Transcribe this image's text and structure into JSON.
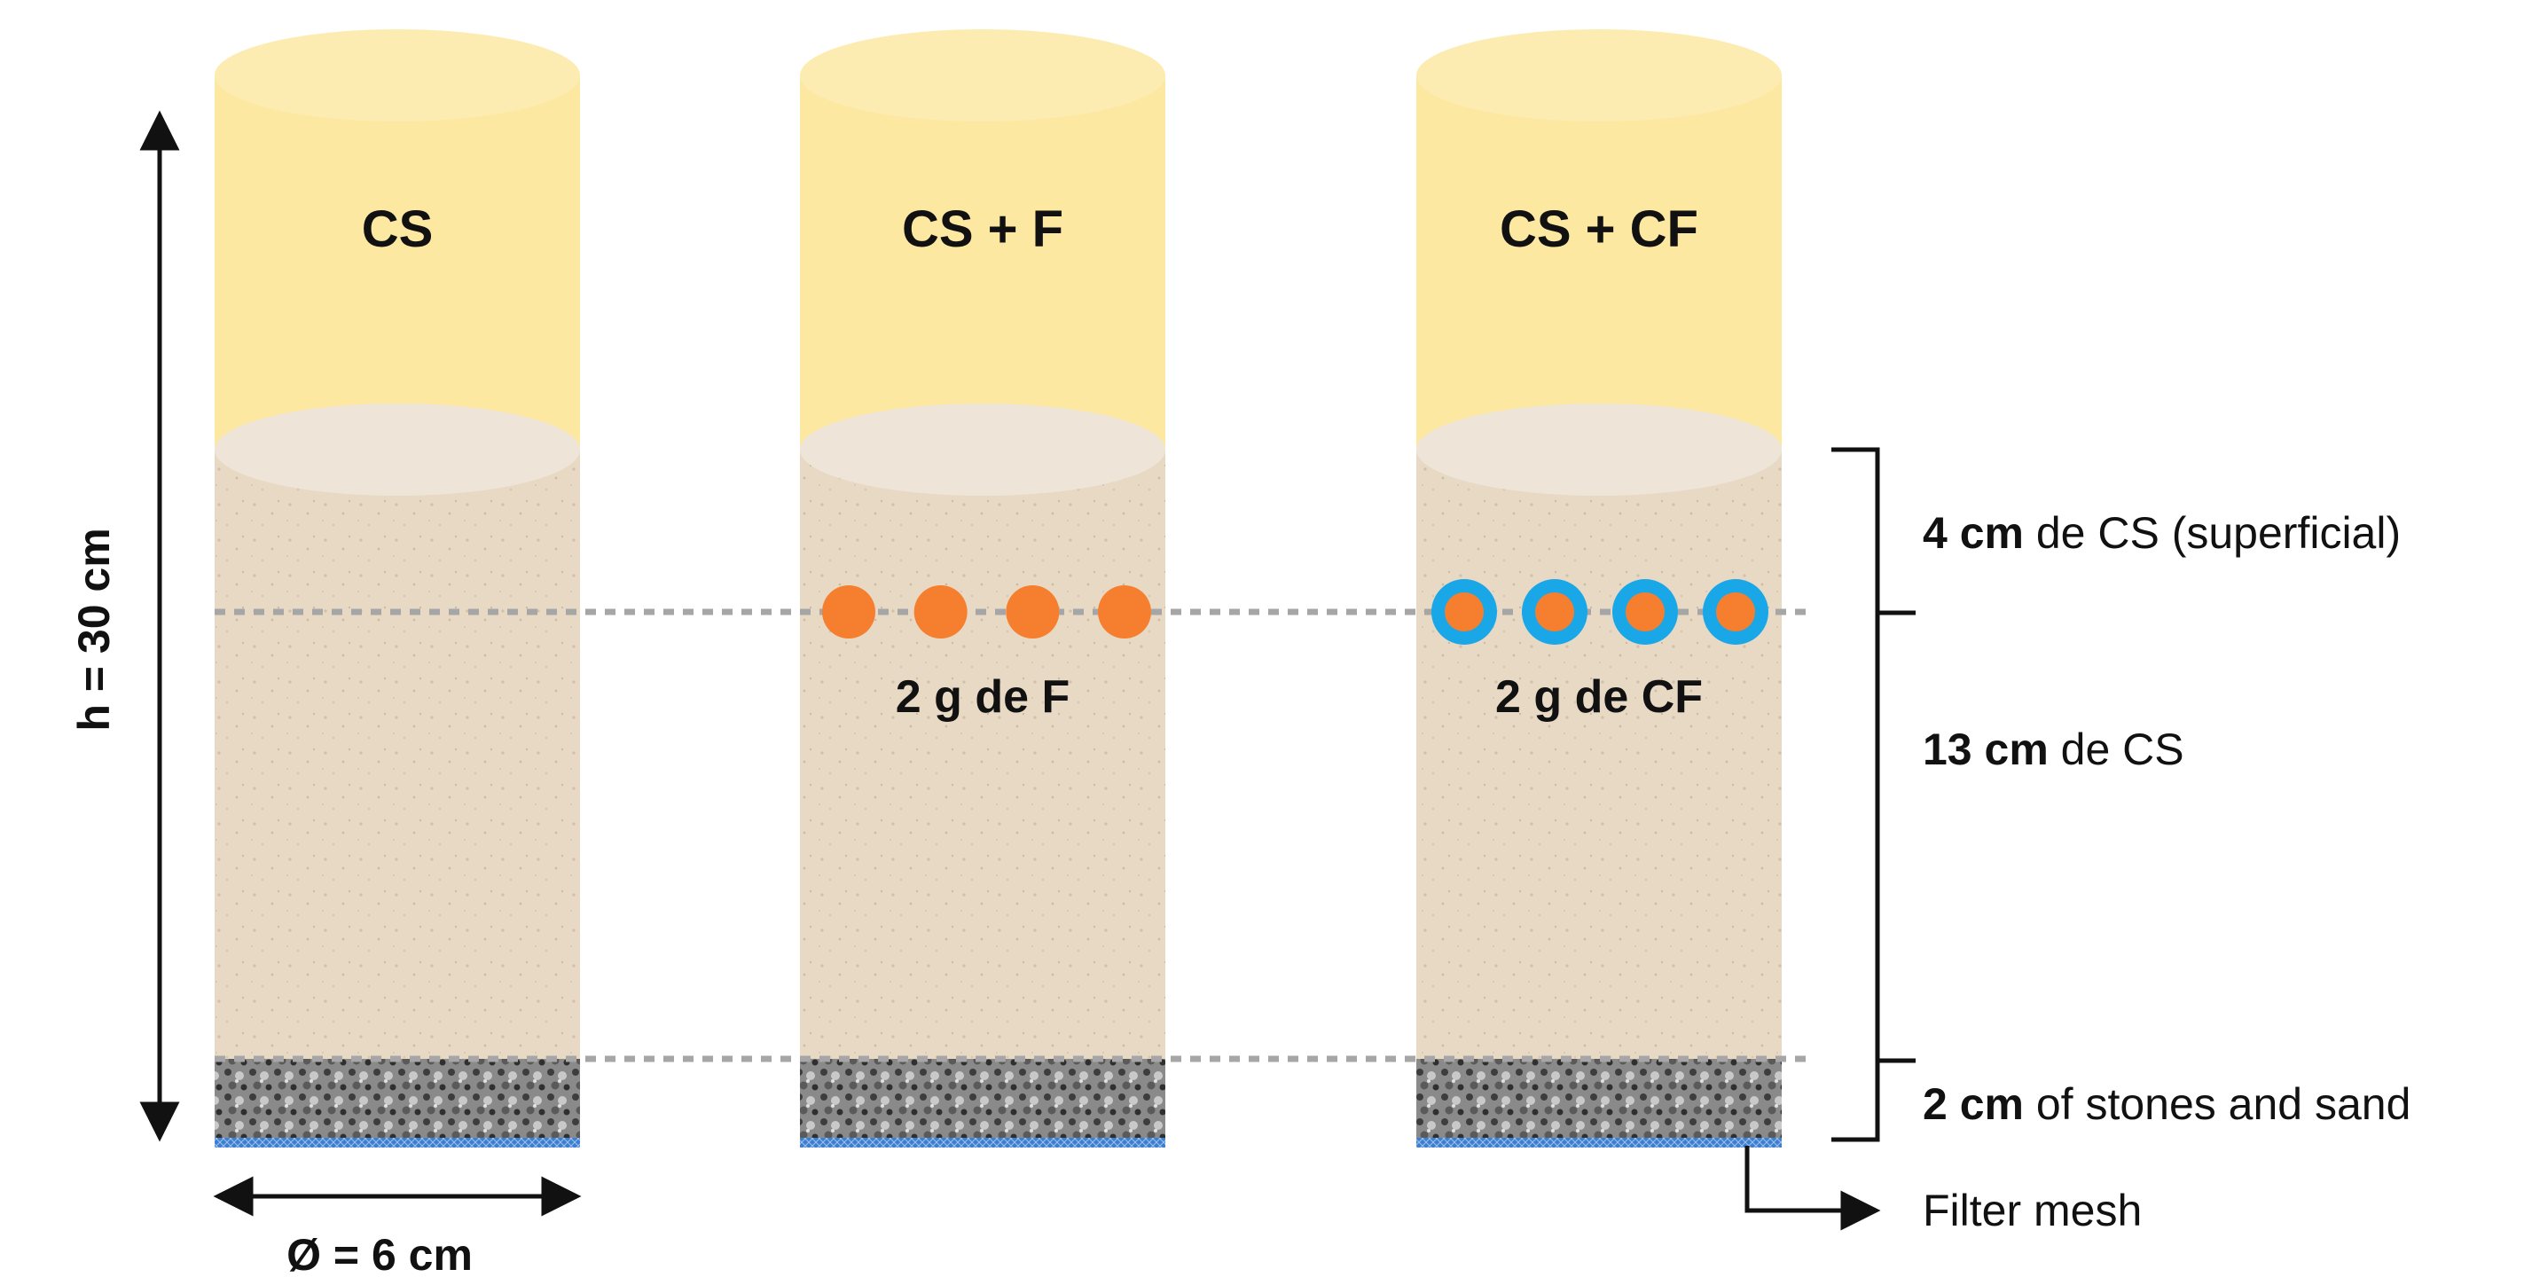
{
  "columns": [
    {
      "title": "CS",
      "layer_label": "",
      "marker": "none",
      "marker_count": 0
    },
    {
      "title": "CS + F",
      "layer_label": "2 g de F",
      "marker": "fertilizer",
      "marker_count": 4
    },
    {
      "title": "CS + CF",
      "layer_label": "2 g de CF",
      "marker": "coated-fertilizer",
      "marker_count": 4
    }
  ],
  "dimensions": {
    "height": "h = 30 cm",
    "diameter": "Ø = 6 cm"
  },
  "side_labels": {
    "top_layer": {
      "bold": "4 cm",
      "rest": " de CS (superficial)"
    },
    "middle_layer": {
      "bold": "13 cm",
      "rest": " de CS"
    },
    "bottom_layer": {
      "bold": "2 cm",
      "rest": " of stones and sand"
    },
    "mesh": "Filter mesh"
  },
  "colors": {
    "headspace": "#fde8a1",
    "soil": "#e8d9c4",
    "soil_top": "#eee5d8",
    "gravel": "#7f7f7f",
    "mesh": "#3f7fcf",
    "fertilizer": "#f57f2e",
    "coating": "#1aa7e8",
    "guide_line": "#a6a6a6",
    "text": "#111111"
  }
}
